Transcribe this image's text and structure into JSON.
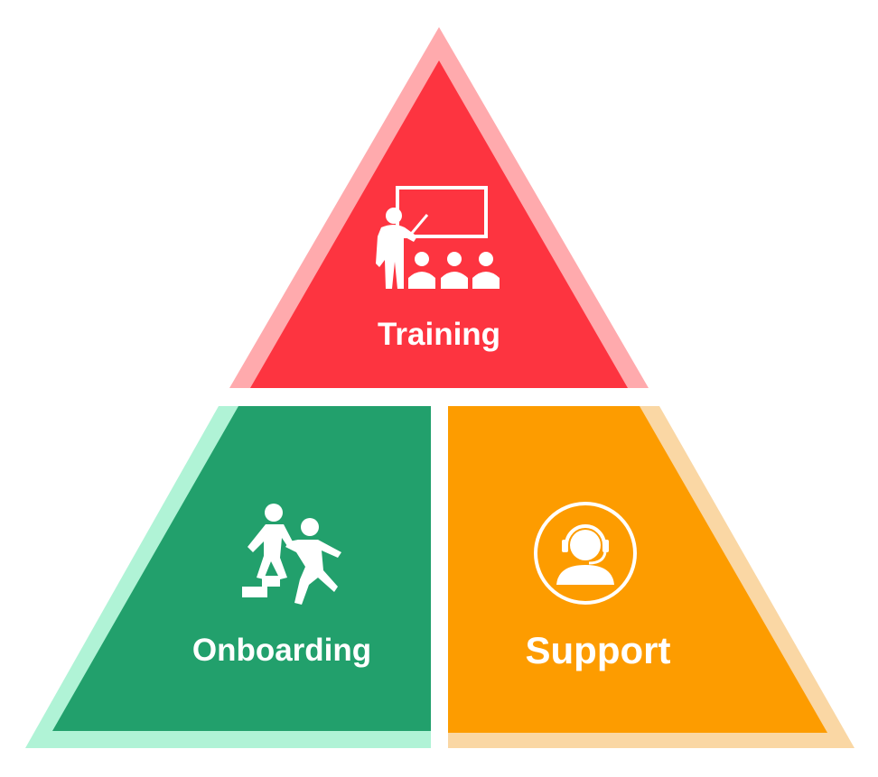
{
  "diagram": {
    "type": "pyramid",
    "segments": [
      {
        "id": "training",
        "label": "Training",
        "icon": "teacher-presenting-icon",
        "color": "#fd3440",
        "shadow_color": "#ffaaad"
      },
      {
        "id": "onboarding",
        "label": "Onboarding",
        "icon": "helping-climb-icon",
        "color": "#22a06c",
        "shadow_color": "#b0f3d6"
      },
      {
        "id": "support",
        "label": "Support",
        "icon": "headset-agent-icon",
        "color": "#fd9c00",
        "shadow_color": "#fad7a4"
      }
    ]
  }
}
